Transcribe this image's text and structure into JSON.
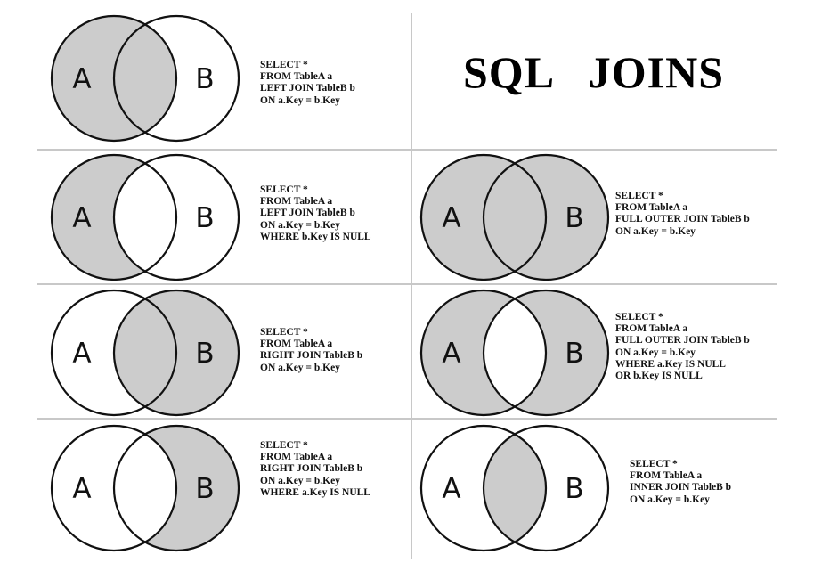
{
  "title": "SQL   JOINS",
  "colors": {
    "fill": "#cccccc",
    "stroke": "#111111",
    "rule": "#c8c8c8"
  },
  "diagrams": [
    {
      "id": "left-join",
      "shade": "a",
      "label_a": "A",
      "label_b": "B",
      "query": [
        "SELECT *",
        "FROM TableA a",
        "LEFT JOIN TableB b",
        "ON a.Key = b.Key"
      ]
    },
    {
      "id": "left-join-null",
      "shade": "a-only",
      "label_a": "A",
      "label_b": "B",
      "query": [
        "SELECT *",
        "FROM TableA a",
        "LEFT JOIN TableB b",
        "ON a.Key = b.Key",
        "WHERE b.Key IS NULL"
      ]
    },
    {
      "id": "full-outer-join",
      "shade": "all",
      "label_a": "A",
      "label_b": "B",
      "query": [
        "SELECT *",
        "FROM TableA a",
        "FULL OUTER JOIN TableB b",
        "ON a.Key = b.Key"
      ]
    },
    {
      "id": "right-join",
      "shade": "b",
      "label_a": "A",
      "label_b": "B",
      "query": [
        "SELECT *",
        "FROM TableA a",
        "RIGHT JOIN TableB b",
        "ON a.Key = b.Key"
      ]
    },
    {
      "id": "full-outer-join-null",
      "shade": "xor",
      "label_a": "A",
      "label_b": "B",
      "query": [
        "SELECT *",
        "FROM TableA a",
        "FULL OUTER JOIN TableB b",
        "ON a.Key = b.Key",
        "WHERE a.Key IS NULL",
        "OR b.Key IS NULL"
      ]
    },
    {
      "id": "right-join-null",
      "shade": "b-only",
      "label_a": "A",
      "label_b": "B",
      "query": [
        "SELECT *",
        "FROM TableA a",
        "RIGHT JOIN TableB b",
        "ON a.Key = b.Key",
        "WHERE a.Key IS NULL"
      ]
    },
    {
      "id": "inner-join",
      "shade": "intersect",
      "label_a": "A",
      "label_b": "B",
      "query": [
        "SELECT *",
        "FROM TableA a",
        "INNER JOIN TableB b",
        "ON a.Key = b.Key"
      ]
    }
  ]
}
